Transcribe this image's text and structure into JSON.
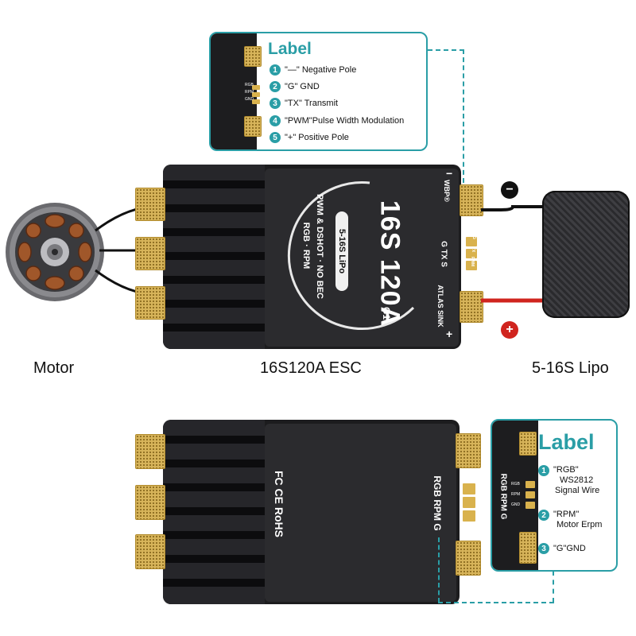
{
  "top_callout": {
    "title": "Label",
    "items": [
      {
        "num": "1",
        "text": "\"—\" Negative Pole"
      },
      {
        "num": "2",
        "text": "\"G\" GND"
      },
      {
        "num": "3",
        "text": "\"TX\" Transmit"
      },
      {
        "num": "4",
        "text": "\"PWM\"Pulse Width Modulation"
      },
      {
        "num": "5",
        "text": "\"+\" Positive Pole"
      }
    ],
    "mini_labels": [
      "RGB",
      "RPM",
      "GND"
    ]
  },
  "bottom_callout": {
    "title": "Label",
    "items": [
      {
        "num": "1",
        "line1": "\"RGB\"",
        "line2": "WS2812",
        "line3": "Signal Wire"
      },
      {
        "num": "2",
        "line1": "\"RPM\"",
        "line2": "Motor Erpm"
      },
      {
        "num": "3",
        "line1": "\"G\"GND"
      }
    ],
    "mini_labels": [
      "RGB",
      "RPM",
      "GND"
    ],
    "side_label": "RGB RPM G"
  },
  "esc_top": {
    "model": "16S 120A",
    "generation": "G1",
    "cells": "5-16S LiPo",
    "line1": "PWM & DSHOT · NO BEC",
    "line2": "RGB · RPM",
    "brand": "WBP®",
    "atlas": "ATLAS SINK",
    "port_label": "G TX S",
    "port_mini": [
      "G",
      "TX",
      "PWM"
    ]
  },
  "esc_bottom": {
    "port_label": "RGB RPM G",
    "certs": "FC CE RoHS"
  },
  "captions": {
    "motor": "Motor",
    "esc": "16S120A ESC",
    "lipo": "5-16S Lipo"
  },
  "polarity": {
    "negative": "−",
    "positive": "+"
  },
  "colors": {
    "accent": "#2a9ea6",
    "body": "#1c1c1e",
    "pad": "#d7b45a",
    "positive_wire": "#d0241e"
  }
}
